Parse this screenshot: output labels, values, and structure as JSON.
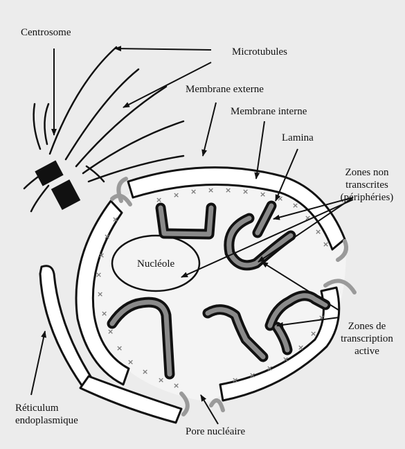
{
  "labels": {
    "centrosome": "Centrosome",
    "microtubules": "Microtubules",
    "membrane_externe": "Membrane externe",
    "membrane_interne": "Membrane interne",
    "lamina": "Lamina",
    "zones_non_transcrites_1": "Zones non",
    "zones_non_transcrites_2": "transcrites",
    "zones_non_transcrites_3": "(périphéries)",
    "nucleole": "Nucléole",
    "zones_transcription_1": "Zones de",
    "zones_transcription_2": "transcription",
    "zones_transcription_3": "active",
    "reticulum_1": "Réticulum",
    "reticulum_2": "endoplasmique",
    "pore_nucleaire": "Pore nucléaire"
  },
  "colors": {
    "background": "#ececec",
    "ink": "#111111",
    "membrane_fill": "#ffffff",
    "nucleoplasm": "#f4f4f4",
    "chromatin_fill": "#8a8a8a",
    "lamina_cross": "#7a7a7a",
    "pore_gray": "#9a9a9a"
  }
}
